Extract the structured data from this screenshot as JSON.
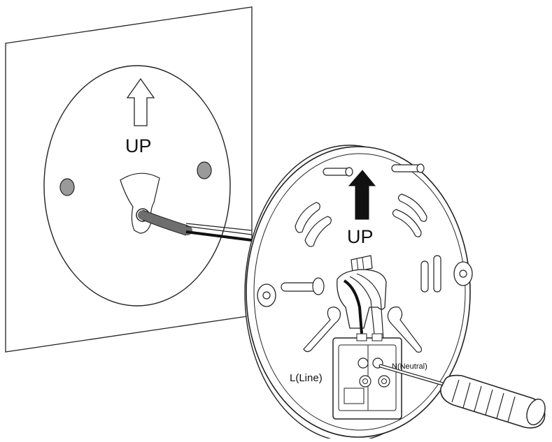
{
  "wall_label": "UP",
  "plate_label": "UP",
  "terminal_labels": {
    "line": "L(Line)",
    "neutral": "N(Neutral)"
  },
  "colors": {
    "outline": "#222222",
    "screw_head": "#9a9a9a",
    "wire_gray": "#6e6e6e",
    "wire_black": "#111111",
    "screwdriver_handle": "#ffffff"
  },
  "icons": [
    "up-arrow-outline-icon",
    "up-arrow-filled-icon",
    "screwdriver-icon"
  ]
}
